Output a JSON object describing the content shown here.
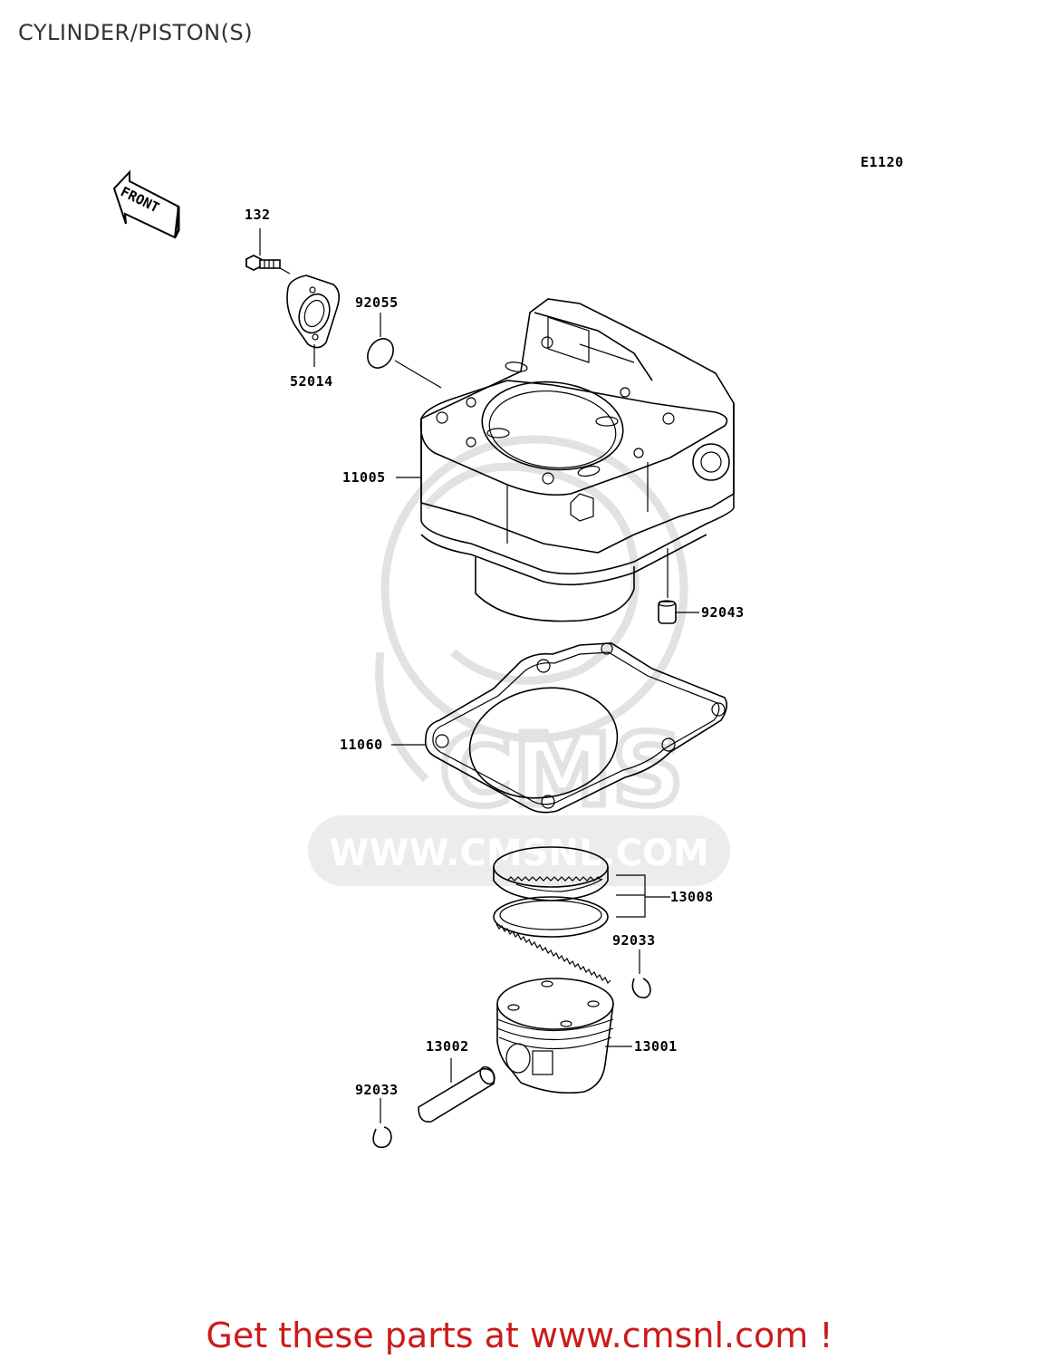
{
  "title": "CYLINDER/PISTON(S)",
  "diagram_code": "E1120",
  "direction_marker": "FRONT",
  "watermark": {
    "brand": "CMS",
    "url": "WWW.CMSNL.COM"
  },
  "parts": {
    "bolt": "132",
    "o_ring": "92055",
    "fitting": "52014",
    "cylinder": "11005",
    "dowel_pin": "92043",
    "base_gasket": "11060",
    "piston_rings": "13008",
    "circlip_upper": "92033",
    "piston": "13001",
    "piston_pin": "13002",
    "circlip_lower": "92033"
  },
  "footer": {
    "text": "Get these parts at www.cmsnl.com !"
  },
  "colors": {
    "footer": "#cc1a1a",
    "title": "#333333",
    "watermark": "#e2e2e2"
  }
}
